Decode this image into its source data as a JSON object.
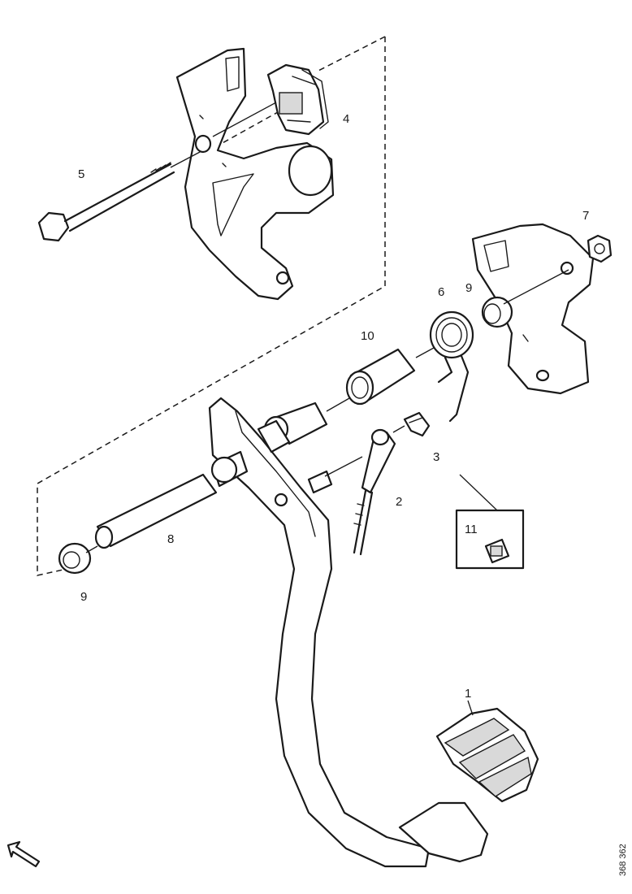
{
  "callouts": {
    "c1": "1",
    "c2": "2",
    "c3": "3",
    "c4": "4",
    "c5": "5",
    "c6": "6",
    "c7": "7",
    "c8": "8",
    "c9_left": "9",
    "c9_right": "9",
    "c10": "10",
    "c11": "11"
  },
  "reference_number": "368 362",
  "icons": {
    "orientation": "arrow-icon"
  },
  "colors": {
    "ink": "#1a1a1a",
    "background": "#ffffff",
    "shade": "#d9d9d9"
  }
}
